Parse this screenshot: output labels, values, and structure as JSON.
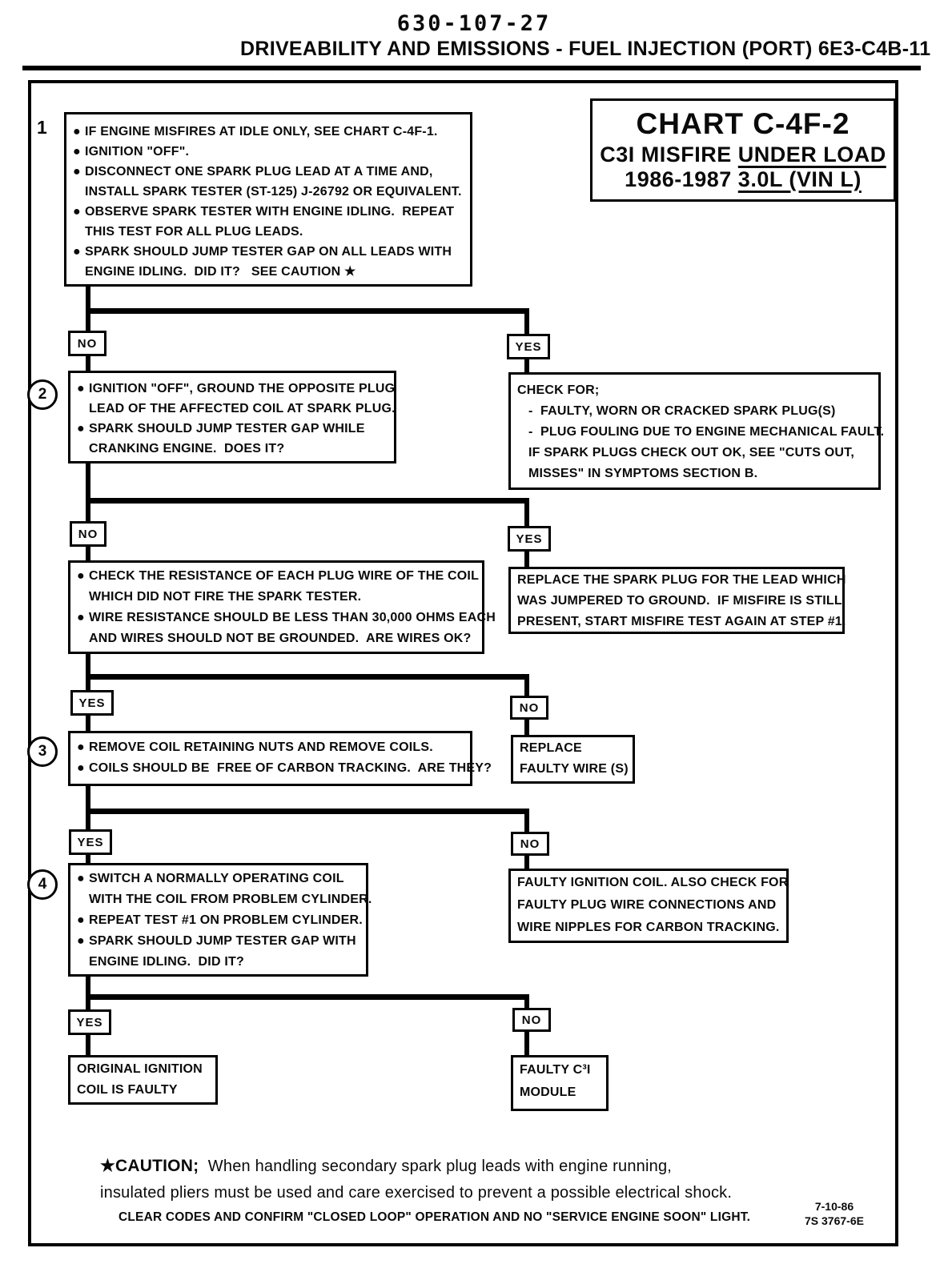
{
  "header": {
    "doc_number": "630-107-27",
    "section_title": "DRIVEABILITY AND EMISSIONS - FUEL INJECTION (PORT)  6E3-C4B-11"
  },
  "title_box": {
    "title": "CHART C-4F-2",
    "subtitle_plain": "C3I MISFIRE ",
    "subtitle_underline": "UNDER LOAD",
    "model_plain": "1986-1987 ",
    "model_underline": "3.0L (VIN L)"
  },
  "labels": {
    "yes": "YES",
    "no": "NO"
  },
  "nodes": {
    "step1": {
      "number": "1",
      "lines": [
        {
          "m": "●",
          "t": "IF ENGINE MISFIRES AT IDLE ONLY, SEE CHART C-4F-1."
        },
        {
          "m": "●",
          "t": "IGNITION \"OFF\"."
        },
        {
          "m": "●",
          "t": "DISCONNECT ONE SPARK PLUG LEAD AT A TIME AND,"
        },
        {
          "m": "",
          "t": "INSTALL SPARK TESTER (ST-125) J-26792 OR EQUIVALENT."
        },
        {
          "m": "●",
          "t": "OBSERVE SPARK TESTER WITH ENGINE IDLING.  REPEAT"
        },
        {
          "m": "",
          "t": "THIS TEST FOR ALL PLUG LEADS."
        },
        {
          "m": "●",
          "t": "SPARK SHOULD JUMP TESTER GAP ON ALL LEADS WITH"
        },
        {
          "m": "",
          "t": "ENGINE IDLING.  DID IT?   SEE CAUTION ★"
        }
      ]
    },
    "step2": {
      "number": "2",
      "lines": [
        {
          "m": "●",
          "t": "IGNITION \"OFF\", GROUND THE OPPOSITE PLUG"
        },
        {
          "m": "",
          "t": "LEAD OF THE AFFECTED COIL AT SPARK PLUG."
        },
        {
          "m": "●",
          "t": "SPARK SHOULD JUMP TESTER GAP WHILE"
        },
        {
          "m": "",
          "t": "CRANKING ENGINE.  DOES IT?"
        }
      ]
    },
    "check_for": {
      "lines": [
        {
          "m": "",
          "t": "CHECK FOR;"
        },
        {
          "m": "- ",
          "t": "FAULTY, WORN OR CRACKED SPARK PLUG(S)"
        },
        {
          "m": "- ",
          "t": "PLUG FOULING DUE TO ENGINE MECHANICAL FAULT."
        },
        {
          "m": "",
          "t": "IF SPARK PLUGS CHECK OUT OK, SEE \"CUTS OUT,"
        },
        {
          "m": "",
          "t": "MISSES\" IN SYMPTOMS SECTION B."
        }
      ]
    },
    "wire_check": {
      "lines": [
        {
          "m": "●",
          "t": "CHECK THE RESISTANCE OF EACH PLUG WIRE OF THE COIL"
        },
        {
          "m": "",
          "t": "WHICH DID NOT FIRE THE SPARK TESTER."
        },
        {
          "m": "●",
          "t": "WIRE RESISTANCE SHOULD BE LESS THAN 30,000 OHMS EACH"
        },
        {
          "m": "",
          "t": "AND WIRES SHOULD NOT BE GROUNDED.  ARE WIRES OK?"
        }
      ]
    },
    "replace_plug": {
      "lines": [
        "REPLACE THE SPARK PLUG FOR THE LEAD WHICH",
        "WAS JUMPERED TO GROUND.  IF MISFIRE IS STILL",
        "PRESENT, START MISFIRE TEST AGAIN AT STEP #1."
      ]
    },
    "step3": {
      "number": "3",
      "lines": [
        {
          "m": "●",
          "t": "REMOVE COIL RETAINING NUTS AND REMOVE COILS."
        },
        {
          "m": "●",
          "t": "COILS SHOULD BE  FREE OF CARBON TRACKING.  ARE THEY?"
        }
      ]
    },
    "replace_wire": {
      "lines": [
        "REPLACE",
        "FAULTY WIRE (S)"
      ]
    },
    "step4": {
      "number": "4",
      "lines": [
        {
          "m": "●",
          "t": "SWITCH A NORMALLY OPERATING COIL"
        },
        {
          "m": "",
          "t": "WITH THE COIL FROM PROBLEM CYLINDER."
        },
        {
          "m": "●",
          "t": "REPEAT TEST #1 ON PROBLEM CYLINDER."
        },
        {
          "m": "●",
          "t": "SPARK SHOULD JUMP TESTER GAP WITH"
        },
        {
          "m": "",
          "t": "ENGINE IDLING.  DID IT?"
        }
      ]
    },
    "faulty_coil": {
      "lines": [
        "FAULTY IGNITION COIL. ALSO CHECK FOR",
        "FAULTY PLUG WIRE CONNECTIONS AND",
        "WIRE NIPPLES FOR CARBON TRACKING."
      ]
    },
    "original_coil": {
      "lines": [
        "ORIGINAL IGNITION",
        "COIL IS FAULTY"
      ]
    },
    "c3i_module": {
      "lines": [
        "FAULTY C³I",
        "MODULE"
      ]
    }
  },
  "caution": {
    "prefix": "★CAUTION;",
    "line1": "  When handling secondary spark plug leads with engine running,",
    "line2": "insulated pliers must be used and care exercised to prevent a possible electrical shock."
  },
  "footer": {
    "note": "CLEAR CODES AND CONFIRM \"CLOSED LOOP\"  OPERATION AND NO \"SERVICE ENGINE SOON\" LIGHT.",
    "date": "7-10-86",
    "code": "7S 3767-6E"
  }
}
